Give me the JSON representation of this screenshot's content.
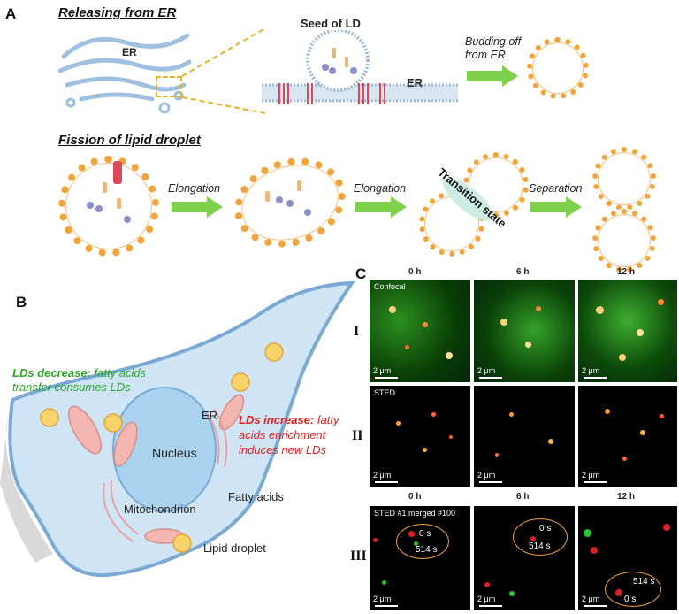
{
  "panelA": {
    "letter": "A",
    "releasing_title": "Releasing from ER",
    "er_label": "ER",
    "seed_label": "Seed of LD",
    "er_label2": "ER",
    "budding_label": "Budding off from ER",
    "fission_title": "Fission of lipid droplet",
    "step1": "Elongation",
    "step2": "Elongation",
    "transition": "Transition state",
    "step3": "Separation"
  },
  "panelB": {
    "letter": "B",
    "decrease_bold": "LDs decrease:",
    "decrease_rest1": "fatty acids",
    "decrease_rest2": "transfer consumes LDs",
    "increase_bold": "LDs increase:",
    "increase_rest1": "fatty",
    "increase_rest2": "acids enrichment",
    "increase_rest3": "induces new LDs",
    "er": "ER",
    "nucleus": "Nucleus",
    "fatty_acids": "Fatty acids",
    "mitochondrion": "Mitochondrion",
    "lipid_droplet": "Lipid droplet",
    "decrease_color": "#2aa52a",
    "increase_color": "#e02020"
  },
  "panelC": {
    "letter": "C",
    "columns": [
      "0 h",
      "6 h",
      "12 h"
    ],
    "rows": [
      "I",
      "II",
      "III"
    ],
    "row1_tag": "Confocal",
    "row2_tag": "STED",
    "row3_tag": "STED #1 merged #100",
    "scale": "2 μm",
    "columns_bottom": [
      "0 h",
      "6 h",
      "12 h"
    ],
    "t0": "0 s",
    "t1": "514 s"
  }
}
